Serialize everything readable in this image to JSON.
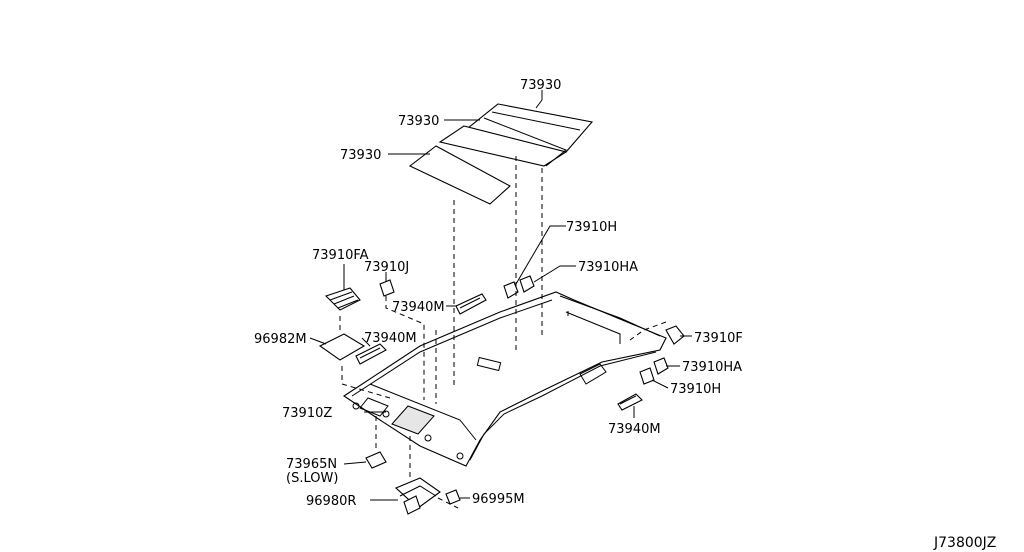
{
  "labels": {
    "p73930_a": "73930",
    "p73930_b": "73930",
    "p73930_c": "73930",
    "p73910h_a": "73910H",
    "p73910ha_a": "73910HA",
    "p73910fa": "73910FA",
    "p73910j": "73910J",
    "p73940m_a": "73940M",
    "p96982m": "96982M",
    "p73940m_b": "73940M",
    "p73910f": "73910F",
    "p73910ha_b": "73910HA",
    "p73910h_b": "73910H",
    "p73940m_c": "73940M",
    "p73910z": "73910Z",
    "p73965n": "73965N",
    "p73965n_note": "(S.LOW)",
    "p96980r": "96980R",
    "p96995m": "96995M",
    "diagram_code": "J73800JZ"
  }
}
